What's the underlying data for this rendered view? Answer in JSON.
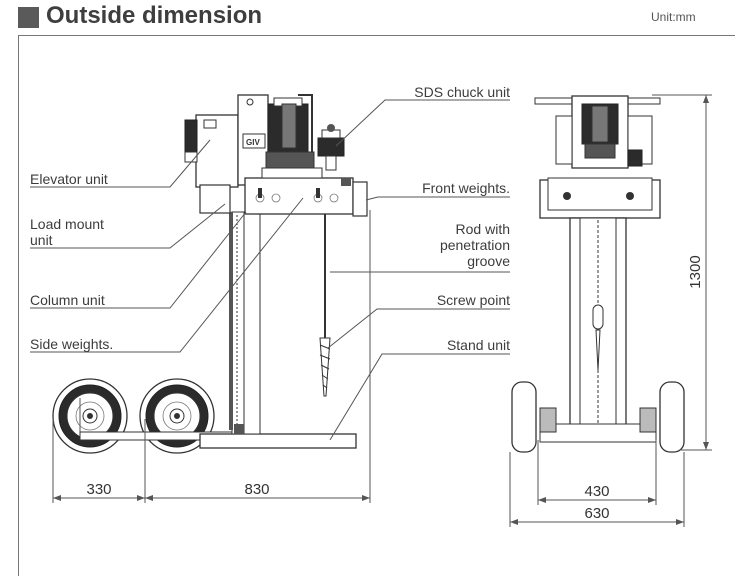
{
  "header": {
    "title": "Outside dimension",
    "unit": "Unit:mm"
  },
  "labels": {
    "elevator_unit": "Elevator unit",
    "load_mount_line1": "Load mount",
    "load_mount_line2": "unit",
    "column_unit": "Column unit",
    "side_weights": "Side weights.",
    "sds_chuck_unit": "SDS chuck unit",
    "front_weights": "Front weights.",
    "rod_line1": "Rod with",
    "rod_line2": "penetration",
    "rod_line3": "groove",
    "screw_point": "Screw point",
    "stand_unit": "Stand unit",
    "device_badge": "GIV"
  },
  "dimensions": {
    "wheel_offset": "330",
    "stand_length": "830",
    "inner_width": "430",
    "outer_width": "630",
    "height": "1300"
  }
}
